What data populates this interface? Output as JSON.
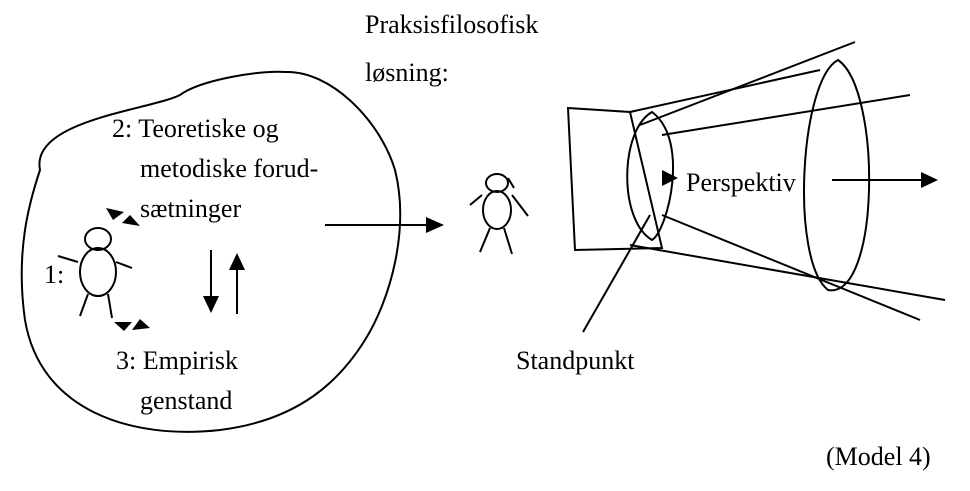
{
  "diagram": {
    "heading": [
      "Praksisfilosofisk",
      "løsning:"
    ],
    "label_2": [
      "2: Teoretiske og",
      "metodiske forud-",
      "sætninger"
    ],
    "label_1": "1:",
    "label_3": [
      "3: Empirisk",
      "genstand"
    ],
    "perspective": "Perspektiv",
    "standpoint": "Standpunkt",
    "caption": "(Model 4)"
  }
}
